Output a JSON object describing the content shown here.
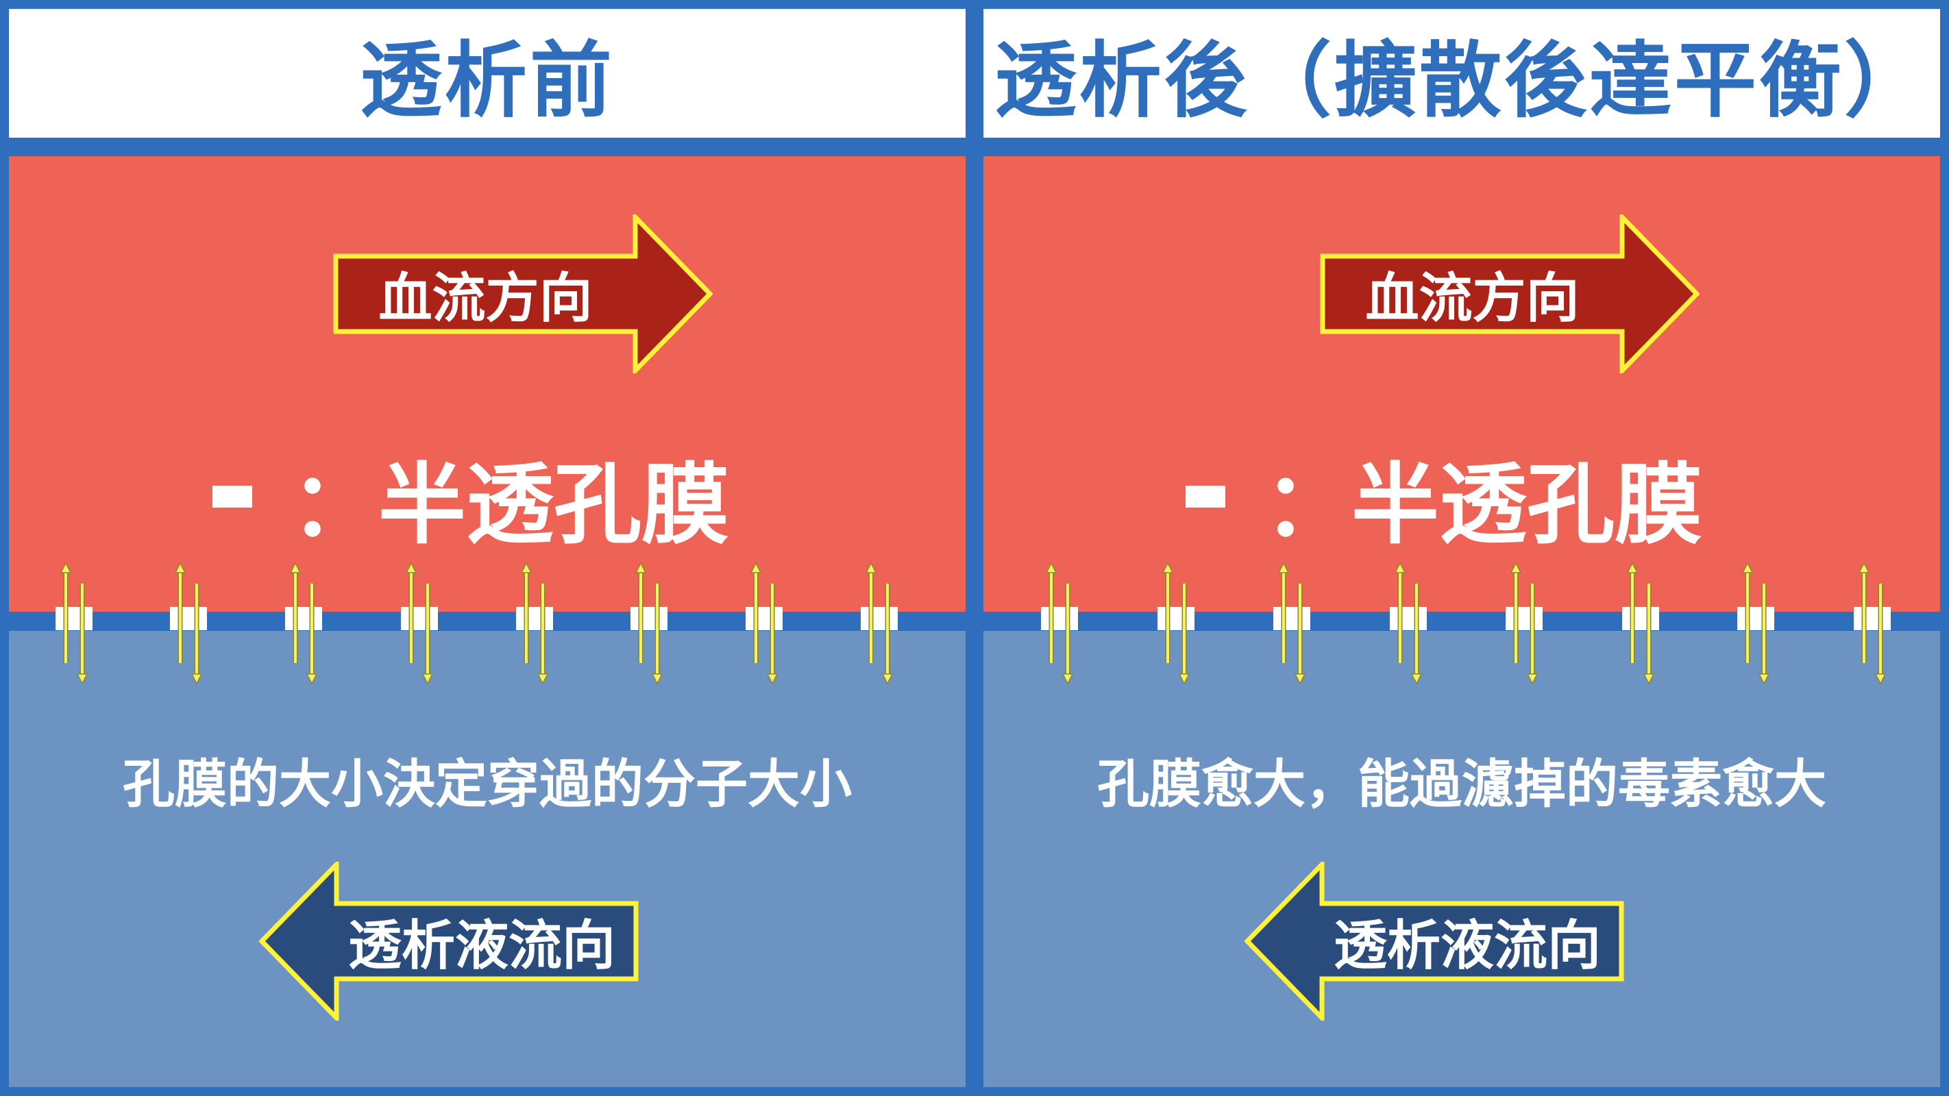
{
  "colors": {
    "frame": "#2f6dbd",
    "blood": "#ee6356",
    "dialysate": "#6d93c3",
    "blood_arrow": "#ab2218",
    "dialysate_arrow": "#2a4c7c",
    "arrow_outline": "#fff23a",
    "pore_arrow": "#f5f06a"
  },
  "panels": {
    "left": {
      "title": "透析前",
      "blood_arrow_label": "血流方向",
      "legend_text": "：半透孔膜",
      "note": "孔膜的大小決定穿過的分子大小",
      "dialysate_arrow_label": "透析液流向"
    },
    "right": {
      "title": "透析後（擴散後達平衡）",
      "blood_arrow_label": "血流方向",
      "legend_text": "：半透孔膜",
      "note": "孔膜愈大，能過濾掉的毒素愈大",
      "dialysate_arrow_label": "透析液流向"
    }
  },
  "icons": {
    "blood_flow": "right-arrow",
    "dialysate_flow": "left-arrow",
    "pore_exchange": "up-down-arrows",
    "membrane_pore": "white-square"
  }
}
